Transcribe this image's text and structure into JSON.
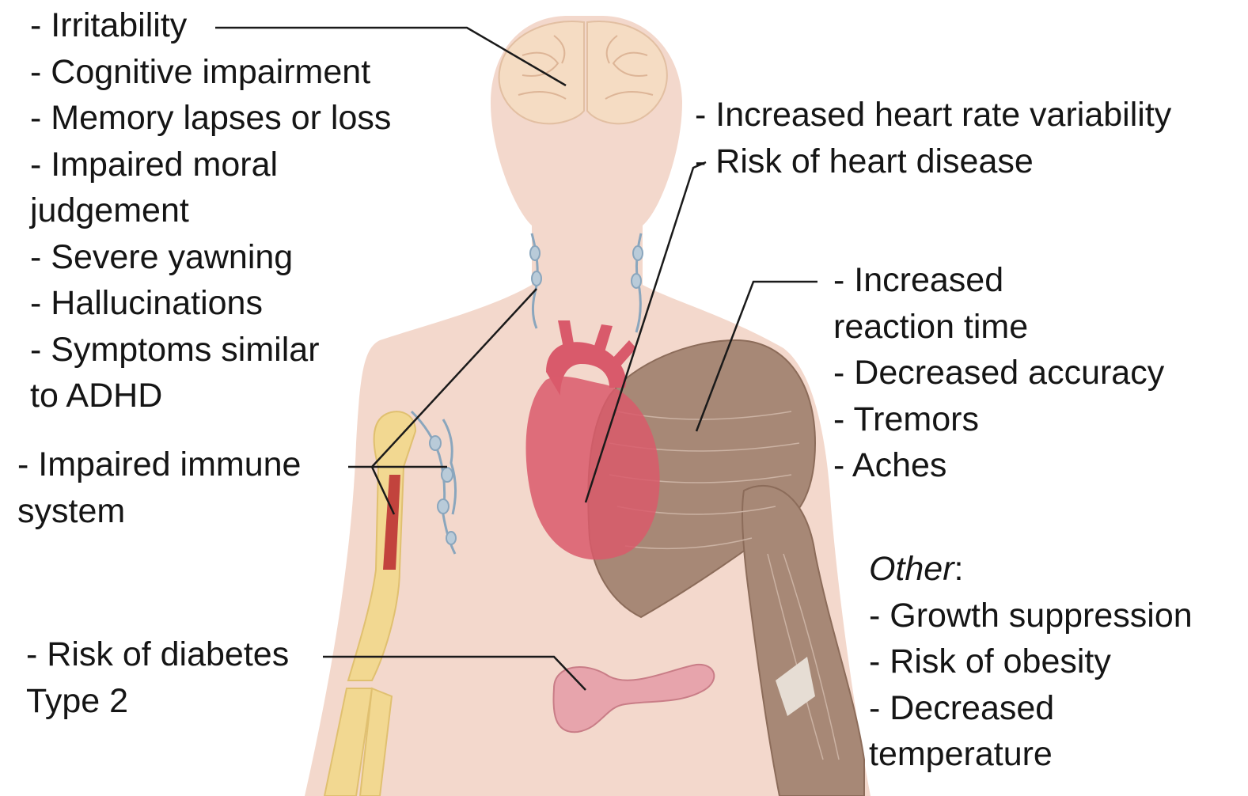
{
  "colors": {
    "body": "#f3d8cc",
    "brain": "#f5dcc3",
    "bone": "#f2d891",
    "marrow": "#c2433d",
    "heart": "#d95a6b",
    "muscle": "#a78876",
    "pancreas": "#e7a4ac",
    "lymph": "#8aa6bd",
    "leader_line": "#1a1a1a",
    "text": "#151515"
  },
  "groups": {
    "brain": {
      "lines": [
        "- Irritability",
        "- Cognitive impairment",
        "- Memory lapses or loss",
        "- Impaired moral",
        "judgement",
        "- Severe yawning",
        "- Hallucinations",
        "- Symptoms similar",
        "to ADHD"
      ]
    },
    "heart": {
      "lines": [
        "- Increased heart rate variability",
        "- Risk of heart disease"
      ]
    },
    "muscle": {
      "lines": [
        "- Increased",
        "reaction time",
        "- Decreased accuracy",
        "- Tremors",
        "- Aches"
      ]
    },
    "immune": {
      "lines": [
        "- Impaired immune",
        "system"
      ]
    },
    "diabetes": {
      "lines": [
        "- Risk of diabetes",
        "Type 2"
      ]
    },
    "other": {
      "heading": "Other",
      "heading_suffix": ":",
      "lines": [
        "- Growth suppression",
        "- Risk of obesity",
        "- Decreased",
        "temperature"
      ]
    }
  }
}
